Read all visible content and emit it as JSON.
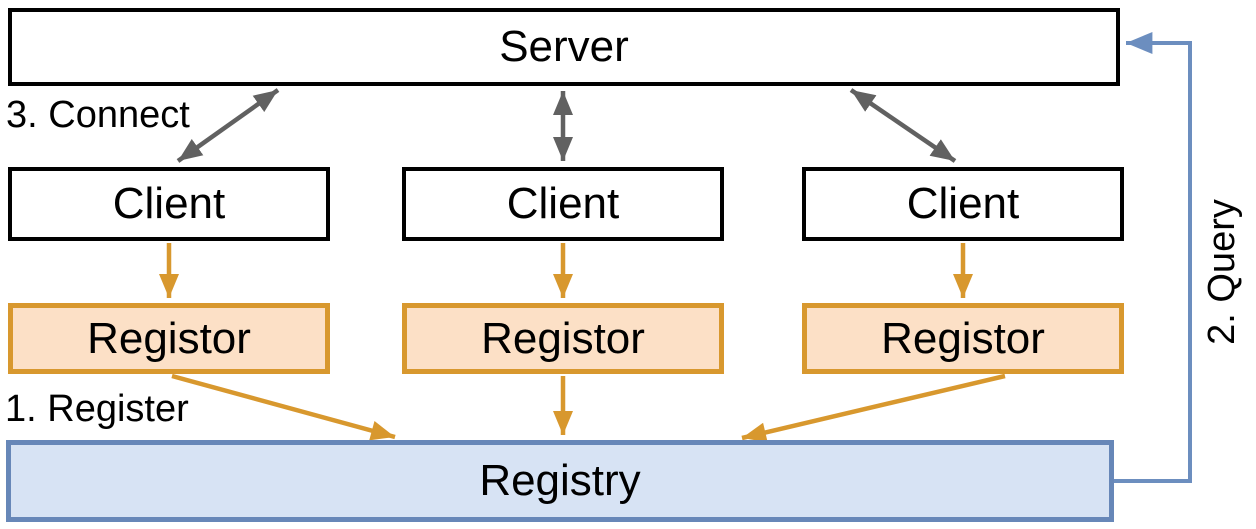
{
  "diagram": {
    "nodes": {
      "server": {
        "label": "Server"
      },
      "clients": [
        {
          "label": "Client"
        },
        {
          "label": "Client"
        },
        {
          "label": "Client"
        }
      ],
      "registors": [
        {
          "label": "Registor"
        },
        {
          "label": "Registor"
        },
        {
          "label": "Registor"
        }
      ],
      "registry": {
        "label": "Registry"
      }
    },
    "annotations": {
      "connect": "3. Connect",
      "register": "1. Register",
      "query": "2. Query"
    },
    "flows": [
      {
        "name": "connect",
        "from": "Server",
        "to": "Client",
        "style": "double-headed gray arrow"
      },
      {
        "name": "register",
        "from": "Client",
        "to": "Registor",
        "style": "orange arrow"
      },
      {
        "name": "register",
        "from": "Registor",
        "to": "Registry",
        "style": "orange arrow"
      },
      {
        "name": "query",
        "from": "Registry",
        "to": "Server",
        "style": "blue right-angle arrow"
      }
    ],
    "colors": {
      "box_border": "#000000",
      "orange_stroke": "#D8982E",
      "orange_fill": "#FCE0C6",
      "blue_stroke": "#6C8EBF",
      "registry_border": "#6787B8",
      "registry_fill": "#D7E3F4",
      "gray_arrow": "#616161",
      "text": "#000000"
    }
  }
}
